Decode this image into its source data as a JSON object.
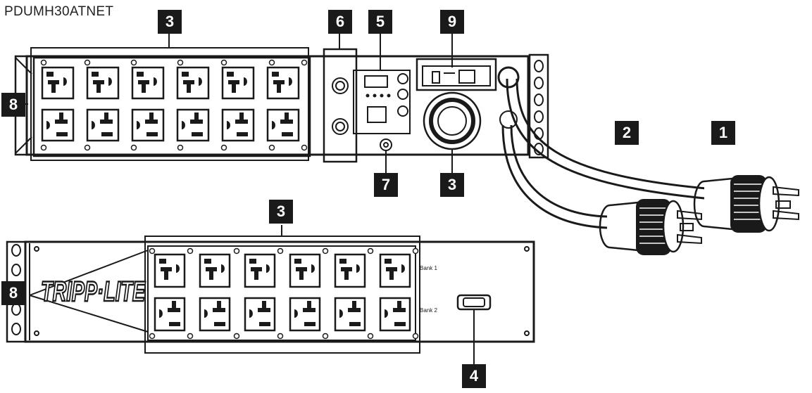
{
  "model_label": "PDUMH30ATNET",
  "logo_text": "TRIPP·LITE",
  "bank_labels": [
    "Bank 1",
    "Bank 2"
  ],
  "callouts": {
    "top_outlets": "3",
    "breakers": "6",
    "display": "5",
    "network_card": "9",
    "input_plug_primary": "1",
    "input_plug_secondary": "2",
    "reset_button": "7",
    "input_receptacle": "3",
    "bracket_top": "8",
    "front_outlets": "3",
    "bracket_front": "8",
    "serial_port": "4"
  },
  "colors": {
    "line": "#1a1a1a",
    "fill": "#ffffff",
    "callout_bg": "#1a1a1a",
    "callout_text": "#ffffff"
  }
}
